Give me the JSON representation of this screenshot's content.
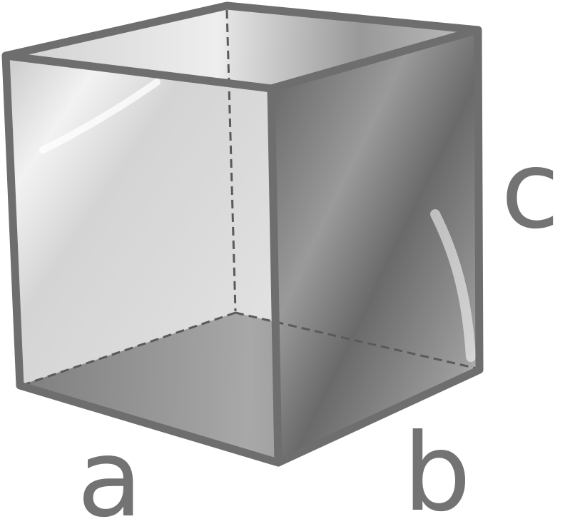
{
  "diagram": {
    "labels": {
      "a": "a",
      "b": "b",
      "c": "c"
    },
    "colors": {
      "edge": "#6e6e6e",
      "label": "#737373",
      "hidden_edge": "#5a5a5a"
    }
  }
}
